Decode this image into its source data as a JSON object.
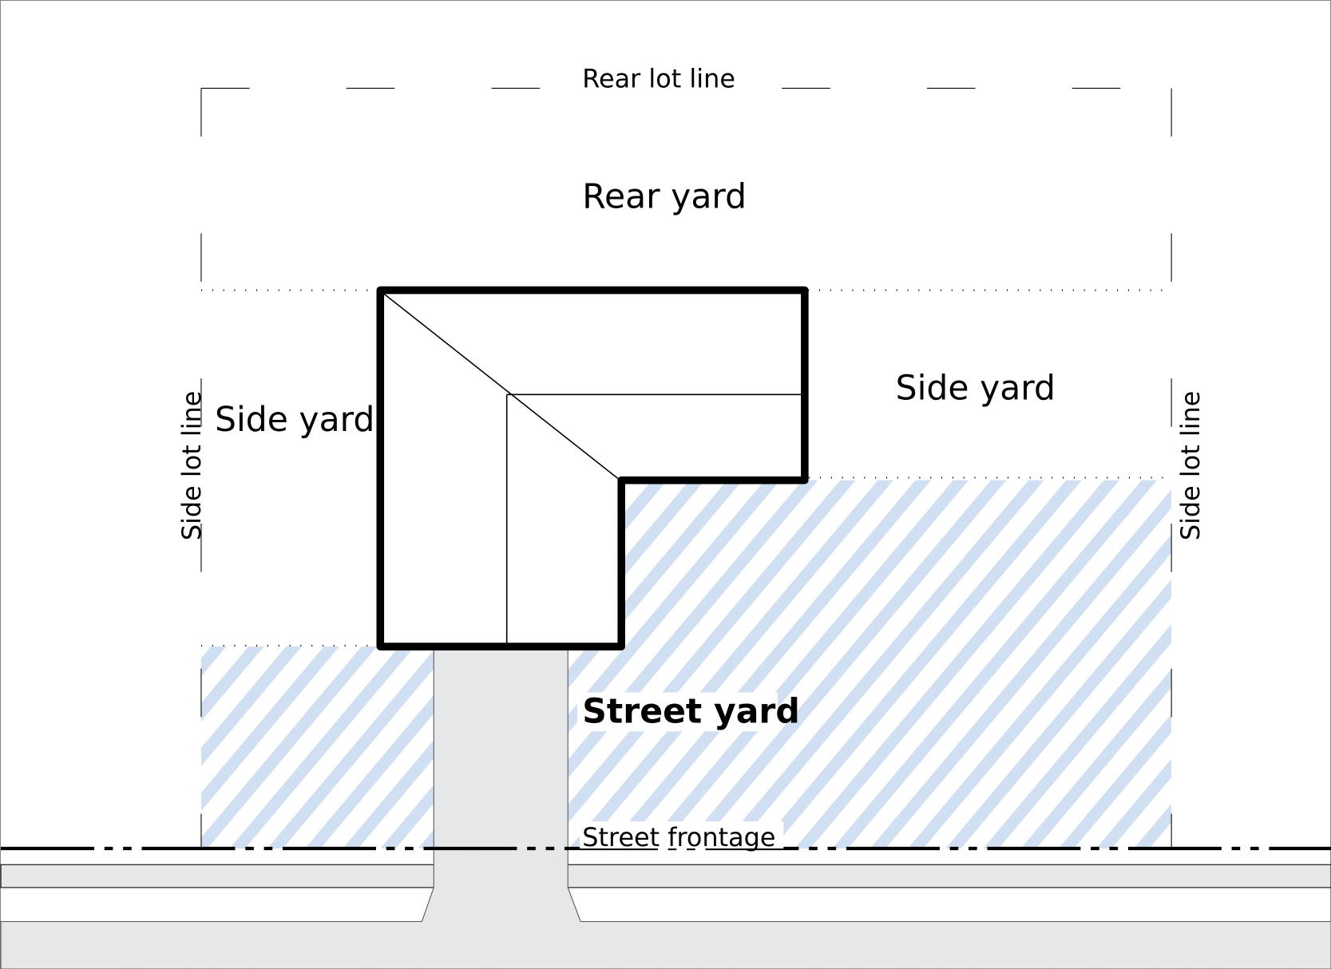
{
  "diagram": {
    "labels": {
      "rear_lot_line": "Rear lot line",
      "rear_yard": "Rear yard",
      "side_yard_left": "Side yard",
      "side_yard_right": "Side yard",
      "side_lot_line_left": "Side lot line",
      "side_lot_line_right": "Side lot line",
      "street_yard": "Street yard",
      "street_frontage": "Street frontage"
    },
    "colors": {
      "hatch": "#d0dff2",
      "driveway": "#e6e7e8",
      "sidewalk": "#e6e7e8",
      "outline": "#000000"
    }
  }
}
